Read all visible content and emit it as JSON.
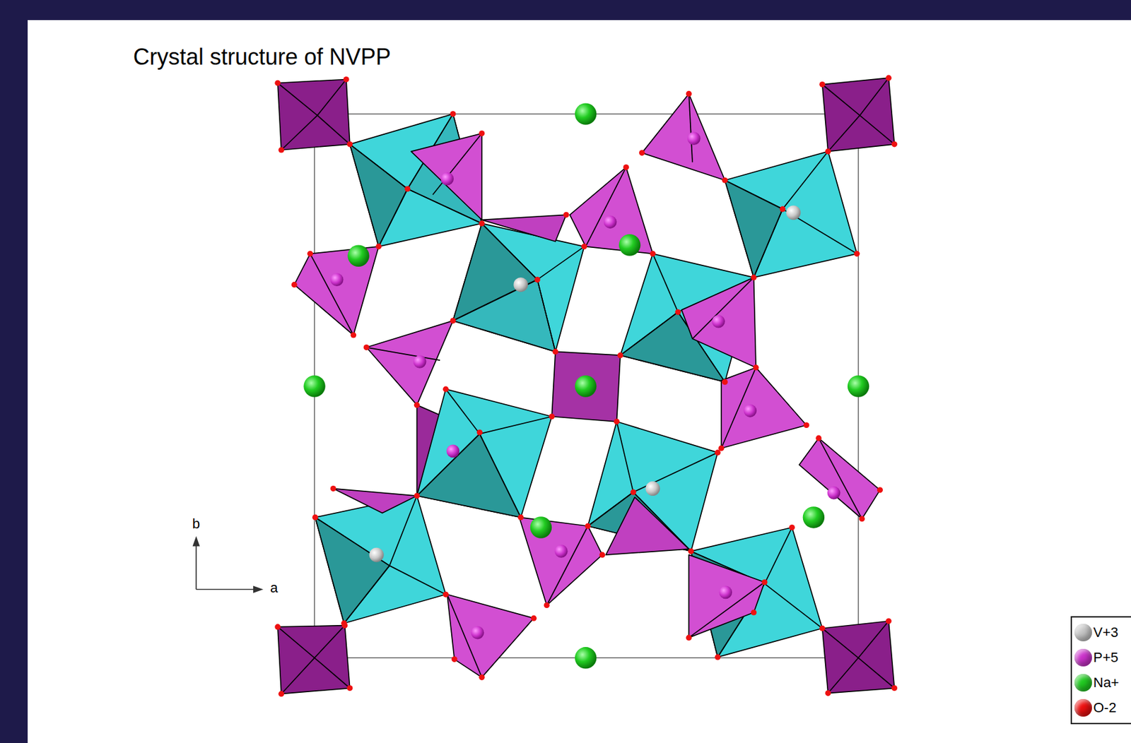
{
  "diagram": {
    "title": "Crystal structure of NVPP",
    "labels": [
      "b",
      "a"
    ],
    "legend": [
      {
        "text": "V+3",
        "color": "#c8c8c8"
      },
      {
        "text": "P+5",
        "color": "#cc33cc"
      },
      {
        "text": "Na+",
        "color": "#22cc22"
      },
      {
        "text": "O-2",
        "color": "#ee1111"
      }
    ]
  }
}
